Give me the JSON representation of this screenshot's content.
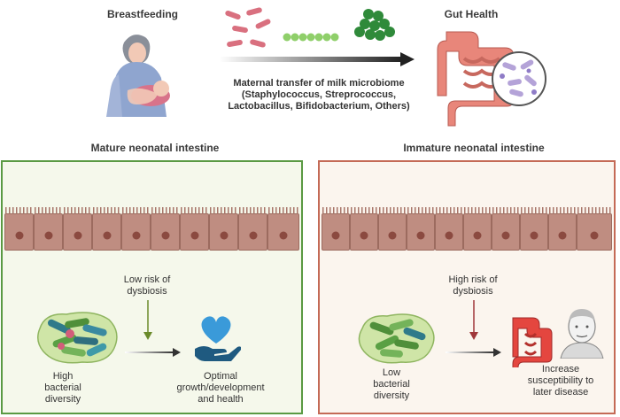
{
  "top": {
    "breastfeeding_label": "Breastfeeding",
    "gut_health_label": "Gut Health",
    "transfer_text_lines": [
      "Maternal transfer of milk microbiome",
      "(Staphylococcus, Streprococcus,",
      "Lactobacillus, Bifidobacterium, Others)"
    ]
  },
  "left_panel": {
    "title": "Mature neonatal intestine",
    "risk_lines": [
      "Low risk of",
      "dysbiosis"
    ],
    "diversity_lines": [
      "High",
      "bacterial",
      "diversity"
    ],
    "outcome_lines": [
      "Optimal",
      "growth/development",
      "and health"
    ],
    "border_color": "#5a9a43",
    "arrow_color": "#6a8a2a"
  },
  "right_panel": {
    "title": "Immature neonatal intestine",
    "risk_lines": [
      "High risk of",
      "dysbiosis"
    ],
    "diversity_lines": [
      "Low",
      "bacterial",
      "diversity"
    ],
    "outcome_lines": [
      "Increase",
      "susceptibility to",
      "later disease"
    ],
    "border_color": "#c46a56",
    "arrow_color": "#a0373a"
  },
  "colors": {
    "heart": "#3a9ad9",
    "hand": "#1f5a80",
    "gut": "#e8867a",
    "epithelium": "#bf8d81",
    "nucleus": "#8b4a40"
  },
  "icons": [
    "mother-nursing-icon",
    "bacteria-icon",
    "intestine-icon",
    "magnifier-bacteria-icon",
    "bacteria-cluster-icon",
    "heart-in-hand-icon",
    "diseased-gut-icon",
    "person-face-icon"
  ]
}
